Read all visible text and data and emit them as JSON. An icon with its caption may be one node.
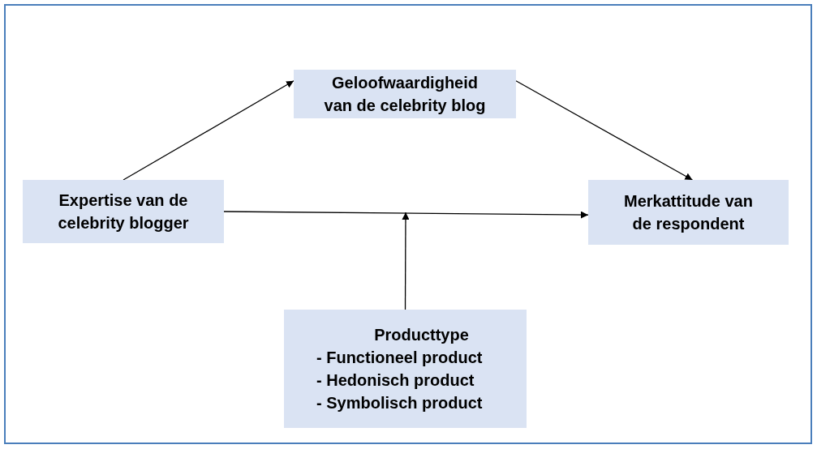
{
  "diagram": {
    "nodes": [
      {
        "text": [
          "Geloofwaardigheid van de celebrity blog"
        ]
      },
      {
        "text": [
          "Expertise van de celebrity blogger"
        ]
      },
      {
        "text": [
          "Merkattitude van de respondent"
        ]
      },
      {
        "text": [
          "Producttype",
          "- Functioneel product",
          "- Hedonisch product",
          "- Symbolisch product"
        ]
      }
    ],
    "edges": [
      {
        "from": 1,
        "to": 0,
        "arrow": "to"
      },
      {
        "from": 0,
        "to": 2,
        "arrow": "to"
      },
      {
        "from": 1,
        "to": 2,
        "arrow": "to"
      },
      {
        "from": 3,
        "to": null,
        "arrow": "to"
      }
    ]
  }
}
